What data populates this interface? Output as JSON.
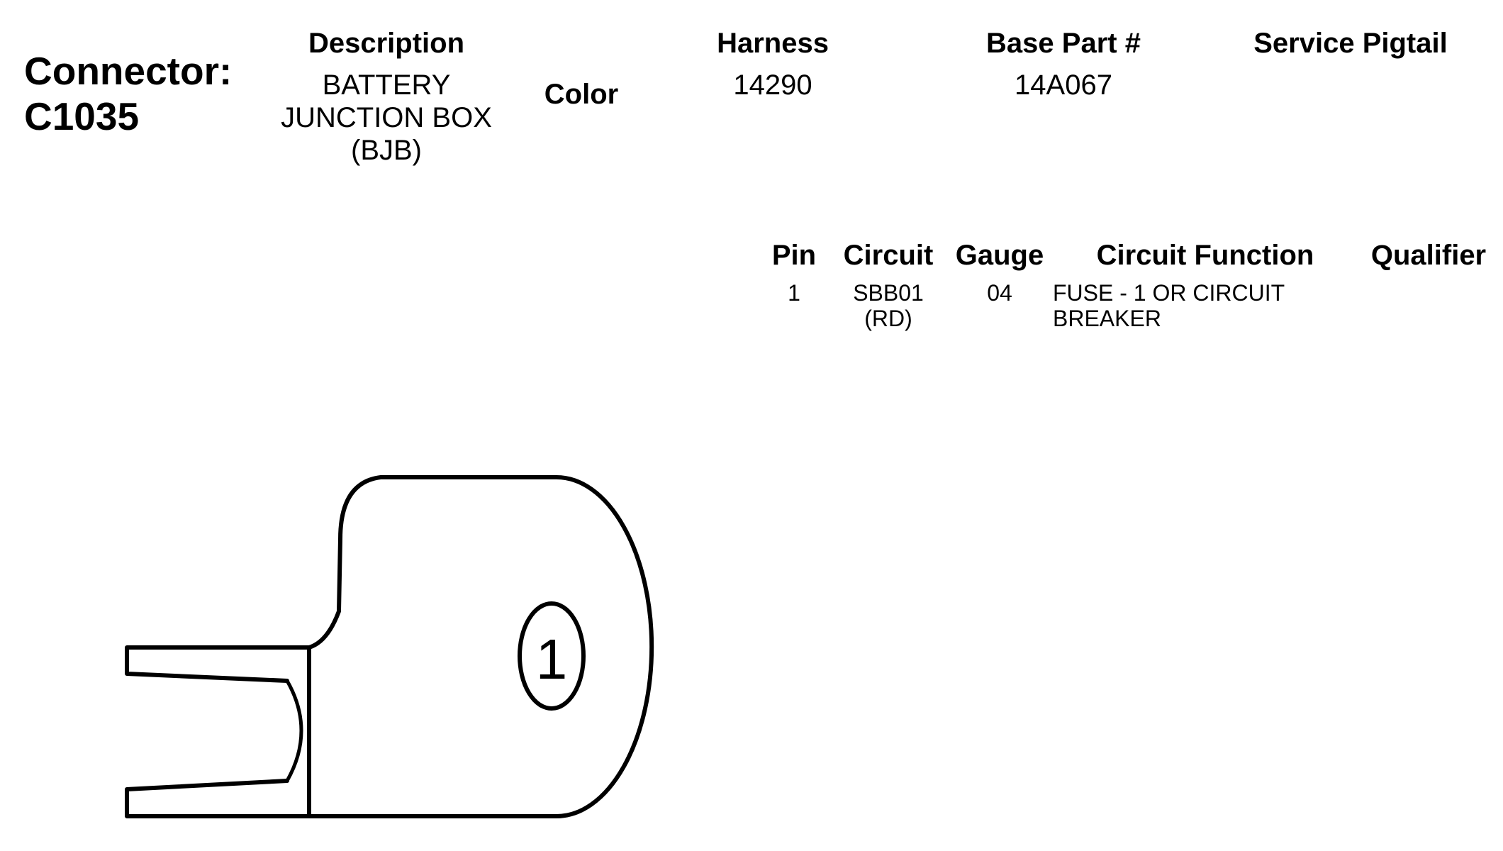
{
  "connector": {
    "label": "Connector:",
    "id": "C1035"
  },
  "header": {
    "description_label": "Description",
    "description_lines": [
      "BATTERY",
      "JUNCTION BOX",
      "(BJB)"
    ],
    "color_label": "Color",
    "harness_label": "Harness",
    "harness_value": "14290",
    "base_part_label": "Base Part #",
    "base_part_value": "14A067",
    "service_pigtail_label": "Service Pigtail"
  },
  "pin_table": {
    "columns": [
      "Pin",
      "Circuit",
      "Gauge",
      "Circuit Function",
      "Qualifier"
    ],
    "rows": [
      {
        "pin": "1",
        "circuit_lines": [
          "SBB01",
          "(RD)"
        ],
        "gauge": "04",
        "function_lines": [
          "FUSE - 1 OR CIRCUIT",
          "BREAKER"
        ],
        "qualifier": ""
      }
    ]
  },
  "diagram": {
    "pin_label": "1"
  }
}
